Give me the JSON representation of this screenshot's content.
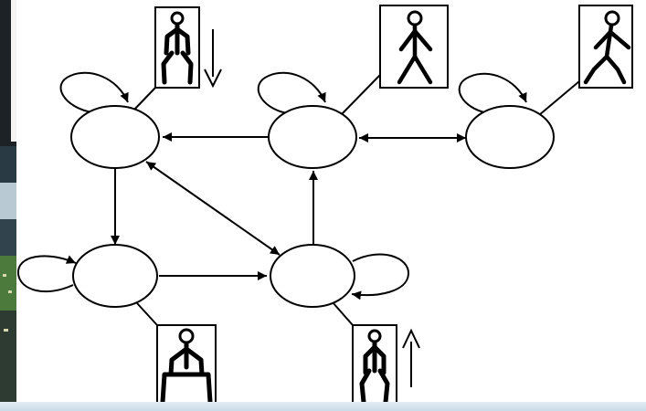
{
  "diagram": {
    "states": [
      {
        "id": "s-sit-down"
      },
      {
        "id": "s-stand"
      },
      {
        "id": "s-walk"
      },
      {
        "id": "s-sitting"
      },
      {
        "id": "s-stand-up"
      }
    ],
    "poses": [
      {
        "id": "sit-down",
        "direction_arrow": "down"
      },
      {
        "id": "standing"
      },
      {
        "id": "walking"
      },
      {
        "id": "sitting"
      },
      {
        "id": "stand-up",
        "direction_arrow": "up"
      }
    ],
    "transitions": [
      {
        "from": "s-stand",
        "to": "s-sit-down",
        "bidirectional": false
      },
      {
        "from": "s-stand",
        "to": "s-walk",
        "bidirectional": true
      },
      {
        "from": "s-sit-down",
        "to": "s-sitting",
        "bidirectional": false
      },
      {
        "from": "s-sit-down",
        "to": "s-stand-up",
        "bidirectional": true
      },
      {
        "from": "s-sitting",
        "to": "s-stand-up",
        "bidirectional": false
      },
      {
        "from": "s-stand-up",
        "to": "s-stand",
        "bidirectional": false
      }
    ],
    "self_loops": [
      "s-sit-down",
      "s-stand",
      "s-walk",
      "s-sitting",
      "s-stand-up"
    ]
  },
  "colors": {
    "stroke": "#000000",
    "background": "#ffffff",
    "left_strip_dark": "#1c2226",
    "left_strip_green": "#4c7a3c",
    "bottom_strip": "#d3e2ec"
  }
}
